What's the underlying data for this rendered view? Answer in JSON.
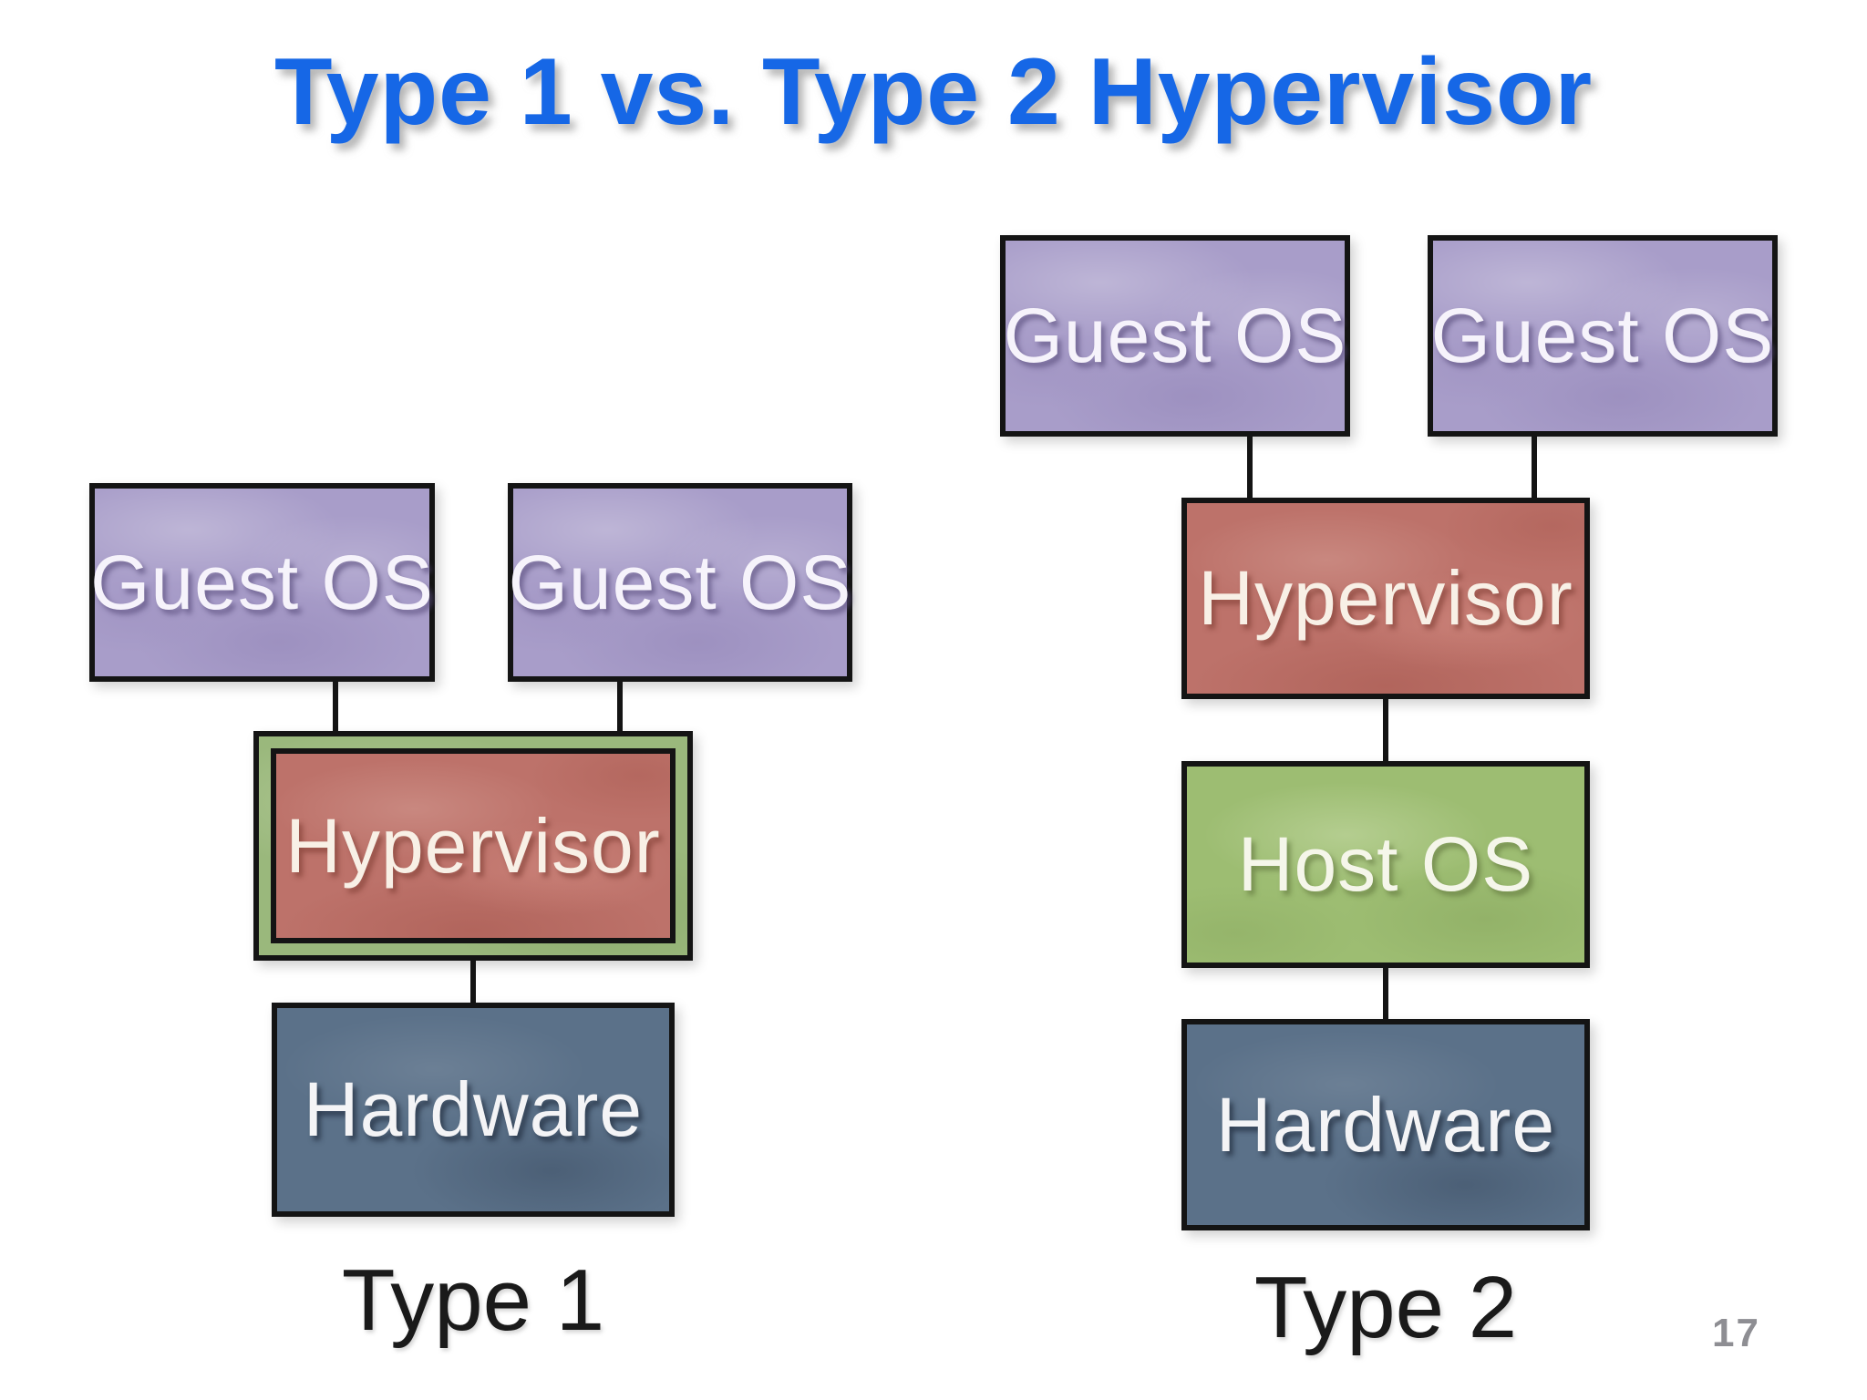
{
  "title": "Type 1 vs. Type 2 Hypervisor",
  "page_number": "17",
  "type1": {
    "label": "Type 1",
    "guest_os_left": "Guest OS",
    "guest_os_right": "Guest OS",
    "hypervisor": "Hypervisor",
    "hardware": "Hardware"
  },
  "type2": {
    "label": "Type 2",
    "guest_os_left": "Guest OS",
    "guest_os_right": "Guest OS",
    "hypervisor": "Hypervisor",
    "host_os": "Host OS",
    "hardware": "Hardware"
  },
  "colors": {
    "title_blue": "#1667e6",
    "guest_purple": "#a89dc9",
    "hypervisor_red": "#bd726a",
    "frame_green": "#9ab87c",
    "host_green": "#9dbd72",
    "hardware_slate": "#5b7189",
    "connector_black": "#141414",
    "label_black": "#1a1a1a",
    "page_gray": "#8e8e93"
  }
}
